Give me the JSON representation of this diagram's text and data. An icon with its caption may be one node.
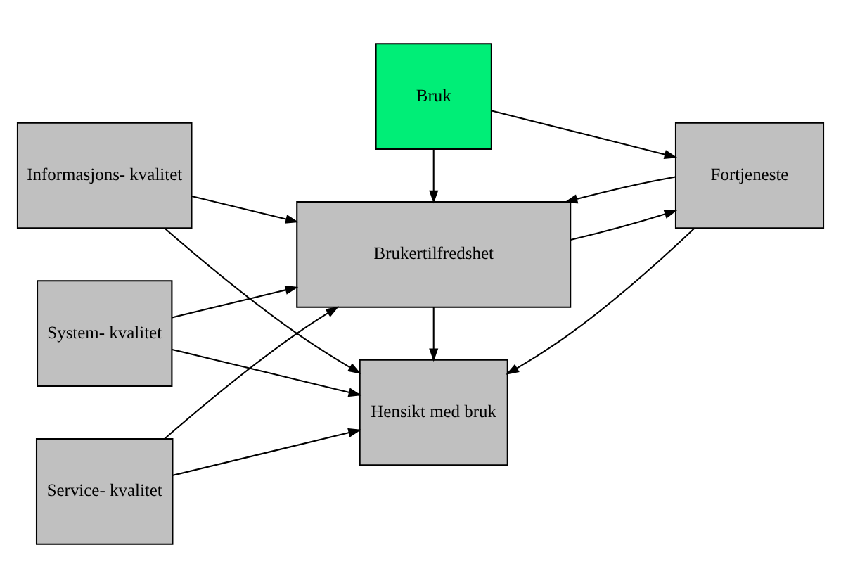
{
  "diagram": {
    "nodes": [
      {
        "text": [
          "Informasjons- kvalitet"
        ]
      },
      {
        "text": [
          "System- kvalitet"
        ]
      },
      {
        "text": [
          "Service- kvalitet"
        ]
      },
      {
        "text": [
          "Hensikt med bruk"
        ]
      },
      {
        "text": [
          "Bruk"
        ]
      },
      {
        "text": [
          "Brukertilfredshet"
        ]
      },
      {
        "text": [
          "Fortjeneste"
        ]
      }
    ],
    "edges": [
      {
        "from": 0,
        "to": 3,
        "arrow": "to"
      },
      {
        "from": 0,
        "to": 5,
        "arrow": "to"
      },
      {
        "from": 1,
        "to": 3,
        "arrow": "to"
      },
      {
        "from": 1,
        "to": 5,
        "arrow": "to"
      },
      {
        "from": 2,
        "to": 3,
        "arrow": "to"
      },
      {
        "from": 2,
        "to": 5,
        "arrow": "to"
      },
      {
        "from": 5,
        "to": 3,
        "arrow": "to"
      },
      {
        "from": 4,
        "to": 5,
        "arrow": "to"
      },
      {
        "from": 4,
        "to": 6,
        "arrow": "to"
      },
      {
        "from": 5,
        "to": 6,
        "arrow": "to"
      },
      {
        "from": 6,
        "to": 3,
        "arrow": "to"
      },
      {
        "from": 6,
        "to": 5,
        "arrow": "to"
      }
    ]
  }
}
